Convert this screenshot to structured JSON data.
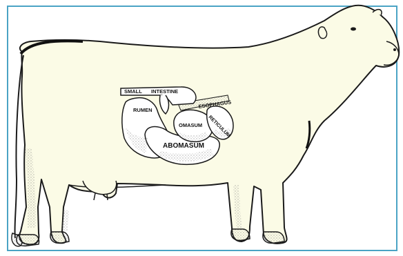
{
  "colors": {
    "frame": "#4aa3c4",
    "body_fill": "#fbfbe6",
    "outline": "#1a1a1a",
    "organ_fill": "#ffffff",
    "stipple": "#8c8c8c"
  },
  "labels": {
    "small_intestine_a": "SMALL",
    "small_intestine_b": "INTESTINE",
    "esophagus": "ESOPHAGUS",
    "rumen": "RUMEN",
    "reticulum": "RETICULUM",
    "omasum": "OMASUM",
    "abomasum": "ABOMASUM"
  }
}
